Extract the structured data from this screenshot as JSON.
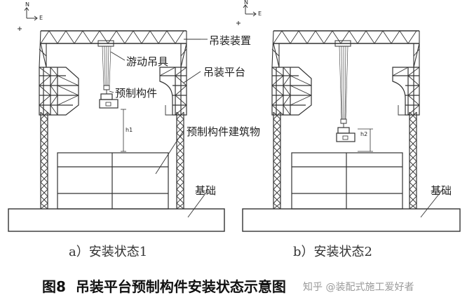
{
  "diagram": {
    "labels": {
      "hoist_device": "吊装装置",
      "trolley_hoist": "游动吊具",
      "lifting_platform": "吊装平台",
      "prefab_component": "预制构件",
      "prefab_building": "预制构件建筑物",
      "foundation_a": "基础",
      "foundation_b": "基础"
    },
    "dimension_marks": {
      "a": "h1",
      "b": "h2"
    },
    "direction_marks": {
      "north": "N",
      "east": "E"
    },
    "subcaptions": {
      "a": "a）安装状态1",
      "b": "b）安装状态2"
    },
    "caption": {
      "number": "图8",
      "title": "吊装平台预制构件安装状态示意图"
    },
    "watermark": "知乎 @装配式施工爱好者"
  }
}
